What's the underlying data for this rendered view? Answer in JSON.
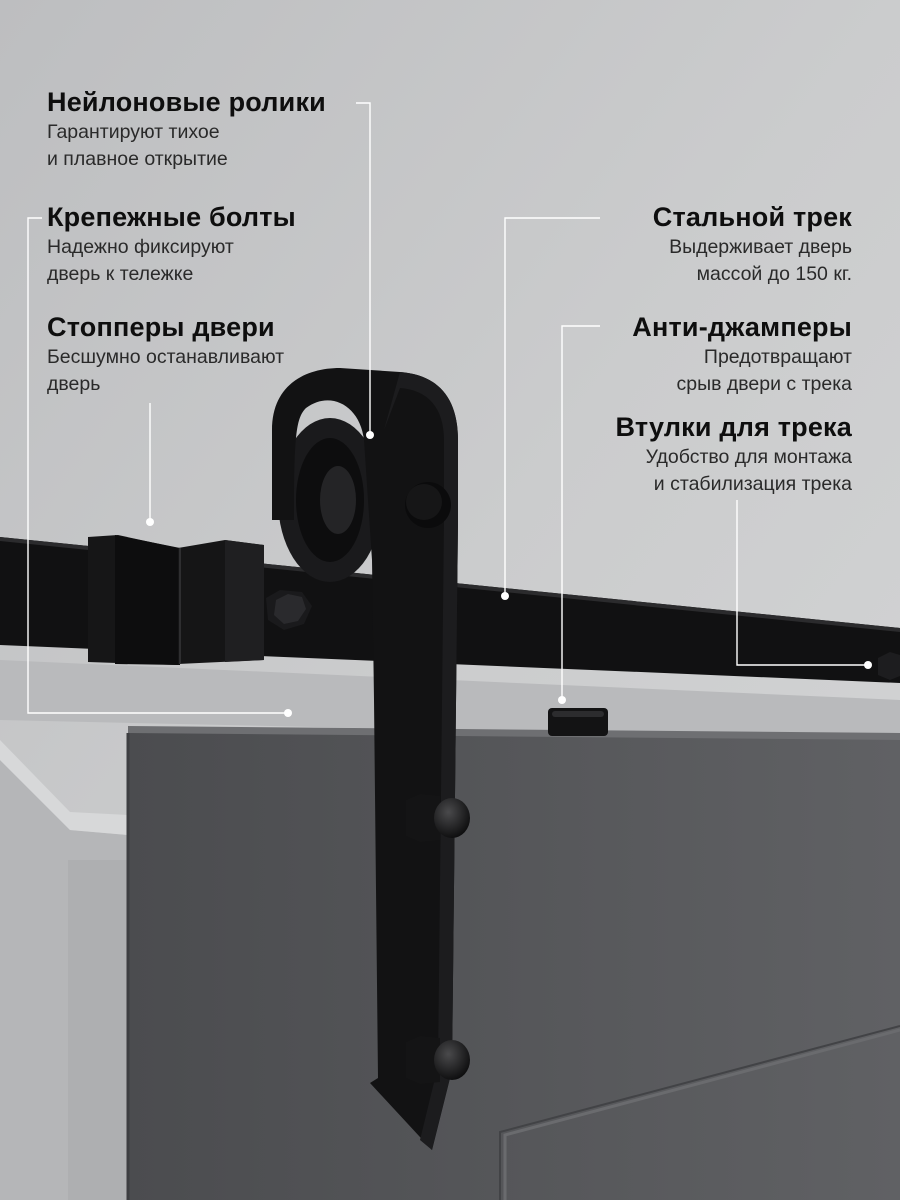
{
  "colors": {
    "wall": "#c9cacc",
    "door": "#56575a",
    "hardware": "#111112",
    "callout_line": "#ffffff"
  },
  "callouts": [
    {
      "id": "nylon-rollers",
      "title": "Нейлоновые ролики",
      "lines": [
        "Гарантируют тихое",
        "и плавное открытие"
      ]
    },
    {
      "id": "mounting-bolts",
      "title": "Крепежные болты",
      "lines": [
        "Надежно фиксируют",
        "дверь к тележке"
      ]
    },
    {
      "id": "door-stoppers",
      "title": "Стопперы двери",
      "lines": [
        "Бесшумно останавливают",
        "дверь"
      ]
    },
    {
      "id": "steel-track",
      "title": "Стальной трек",
      "lines": [
        "Выдерживает дверь",
        "массой до 150 кг."
      ]
    },
    {
      "id": "anti-jumpers",
      "title": "Анти-джамперы",
      "lines": [
        "Предотвращают",
        "срыв двери с трека"
      ]
    },
    {
      "id": "track-spacers",
      "title": "Втулки для трека",
      "lines": [
        "Удобство для монтажа",
        "и стабилизация трека"
      ]
    }
  ]
}
